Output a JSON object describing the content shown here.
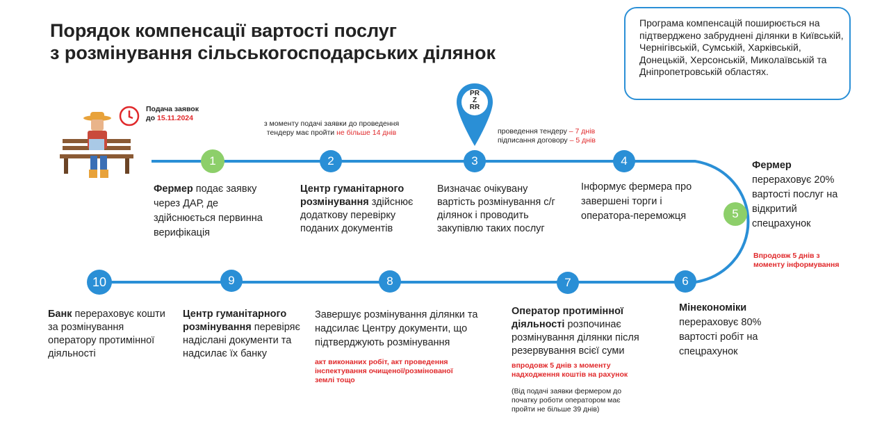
{
  "title": {
    "line1": "Порядок компенсації вартості послуг",
    "line2": "з розмінування сільськогосподарських ділянок"
  },
  "note": "Програма компенсацій поширюється на підтверджено забруднені ділянки в Київській, Чернігівській, Сумській, Харківській, Донецькій, Херсонській, Миколаївській та Дніпропетровській областях.",
  "deadline": {
    "label": "Подача заявок",
    "prefix": "до",
    "date": "15.11.2024"
  },
  "tender_note": {
    "text": "з моменту подачі заявки до проведення тендеру має пройти",
    "highlight": "не більше 14 днів"
  },
  "step3_note": {
    "line1_text": "проведення тендеру",
    "line1_days": "– 7 днів",
    "line2_text": "підписання договору",
    "line2_days": "– 5 днів"
  },
  "pin_logo": {
    "l1": "PR",
    "l2": "Z",
    "l3": "RR"
  },
  "steps": [
    {
      "num": "1",
      "bold": "Фермер",
      "text": "подає заявку через ДАР, де здійснюється первинна верифікація"
    },
    {
      "num": "2",
      "bold": "Центр гуманітарного розмінування",
      "text": "здійснює додаткову перевірку поданих документів"
    },
    {
      "num": "3",
      "bold": "",
      "text": "Визначає очікувану вартість розмінування с/г ділянок і проводить закупівлю таких послуг"
    },
    {
      "num": "4",
      "bold": "",
      "text": "Інформує фермера про завершені торги і оператора-переможця"
    },
    {
      "num": "5",
      "bold": "Фермер",
      "text": "перераховує 20% вартості послуг на відкритий спецрахунок",
      "note": "Впродовж 5 днів з моменту інформування"
    },
    {
      "num": "6",
      "bold": "Мінекономіки",
      "text": "перераховує 80% вартості робіт на спецрахунок"
    },
    {
      "num": "7",
      "bold": "Оператор протимінної діяльності",
      "text": "розпочинає розмінування ділянки після резервування всієї суми",
      "note": "впродовж 5 днів з моменту надходження коштів на рахунок",
      "extra": "(Від подачі заявки фермером до початку роботи оператором має пройти не більше 39 днів)"
    },
    {
      "num": "8",
      "bold": "",
      "text": "Завершує розмінування ділянки та надсилає Центру документи, що підтверджують розмінування",
      "note": "акт виконаних робіт, акт проведення інспектування очищеної/розмінованої землі тощо"
    },
    {
      "num": "9",
      "bold": "Центр гуманітарного розмінування",
      "text": "перевіряє надіслані документи та надсилає їх банку"
    },
    {
      "num": "10",
      "bold": "Банк",
      "text": "перераховує кошти за розмінування оператору протимінної діяльності"
    }
  ],
  "colors": {
    "accent": "#2a8fd6",
    "green": "#8dcf6a",
    "red": "#e0292b"
  }
}
